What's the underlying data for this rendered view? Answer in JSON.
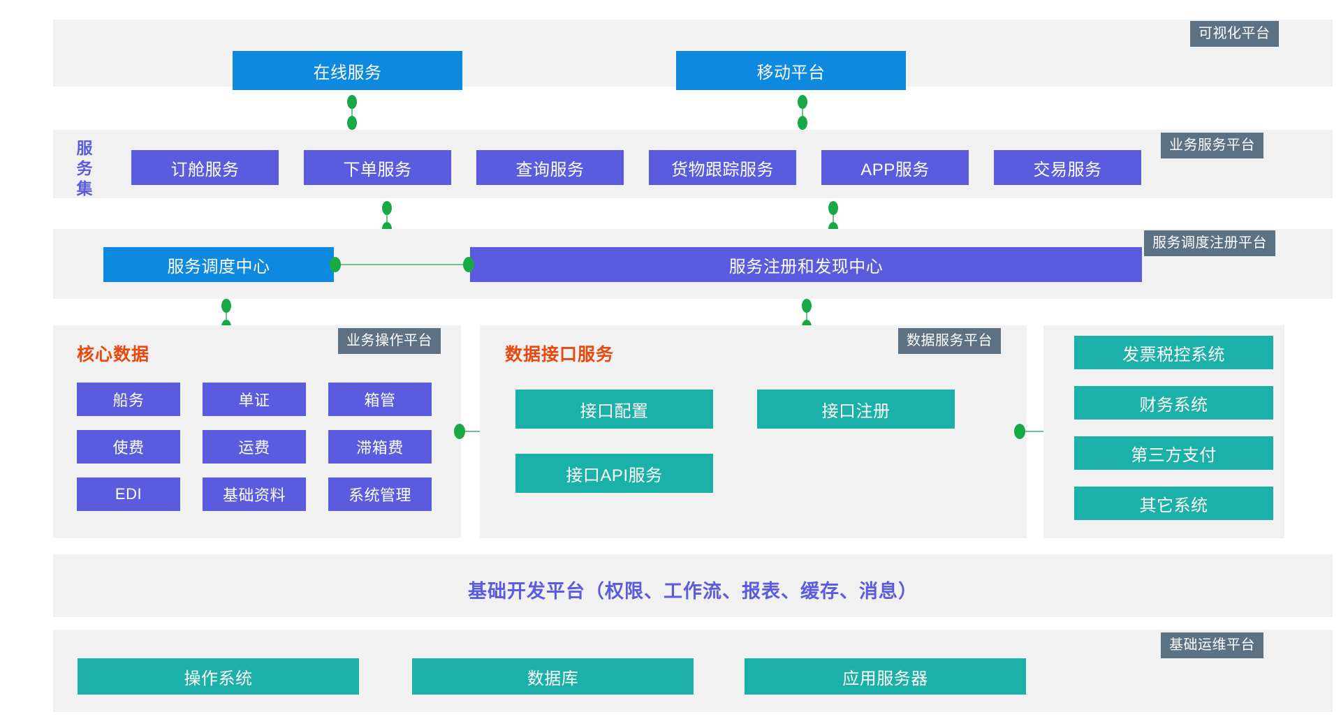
{
  "layers": {
    "visualization": {
      "badge": "可视化平台",
      "boxes": [
        {
          "label": "在线服务",
          "color": "blue"
        },
        {
          "label": "移动平台",
          "color": "blue"
        }
      ]
    },
    "business_service": {
      "badge": "业务服务平台",
      "side_label": "服务集",
      "boxes": [
        {
          "label": "订舱服务",
          "color": "purple"
        },
        {
          "label": "下单服务",
          "color": "purple"
        },
        {
          "label": "查询服务",
          "color": "purple"
        },
        {
          "label": "货物跟踪服务",
          "color": "purple"
        },
        {
          "label": "APP服务",
          "color": "purple"
        },
        {
          "label": "交易服务",
          "color": "purple"
        }
      ]
    },
    "registry": {
      "badge": "服务调度注册平台",
      "boxes": [
        {
          "label": "服务调度中心",
          "color": "blue"
        },
        {
          "label": "服务注册和发现中心",
          "color": "purple"
        }
      ]
    },
    "operation": {
      "badge": "业务操作平台",
      "heading": "核心数据",
      "boxes": [
        {
          "label": "船务",
          "color": "purple"
        },
        {
          "label": "单证",
          "color": "purple"
        },
        {
          "label": "箱管",
          "color": "purple"
        },
        {
          "label": "使费",
          "color": "purple"
        },
        {
          "label": "运费",
          "color": "purple"
        },
        {
          "label": "滞箱费",
          "color": "purple"
        },
        {
          "label": "EDI",
          "color": "purple"
        },
        {
          "label": "基础资料",
          "color": "purple"
        },
        {
          "label": "系统管理",
          "color": "purple"
        }
      ]
    },
    "data_service": {
      "badge": "数据服务平台",
      "heading": "数据接口服务",
      "boxes": [
        {
          "label": "接口配置",
          "color": "teal"
        },
        {
          "label": "接口注册",
          "color": "teal"
        },
        {
          "label": "接口API服务",
          "color": "teal"
        }
      ]
    },
    "external": {
      "boxes": [
        {
          "label": "发票税控系统",
          "color": "teal"
        },
        {
          "label": "财务系统",
          "color": "teal"
        },
        {
          "label": "第三方支付",
          "color": "teal"
        },
        {
          "label": "其它系统",
          "color": "teal"
        }
      ]
    },
    "dev_platform": {
      "title": "基础开发平台（权限、工作流、报表、缓存、消息）"
    },
    "infrastructure": {
      "badge": "基础运维平台",
      "boxes": [
        {
          "label": "操作系统",
          "color": "teal"
        },
        {
          "label": "数据库",
          "color": "teal"
        },
        {
          "label": "应用服务器",
          "color": "teal"
        }
      ]
    }
  },
  "colors": {
    "blue": "#0d8ae0",
    "purple": "#5b5be0",
    "teal": "#1bb0a8",
    "badge_gray": "#5c7184",
    "band_gray": "#f1f1f1",
    "heading_orange": "#e8490f",
    "connector_green": "#18a846"
  }
}
